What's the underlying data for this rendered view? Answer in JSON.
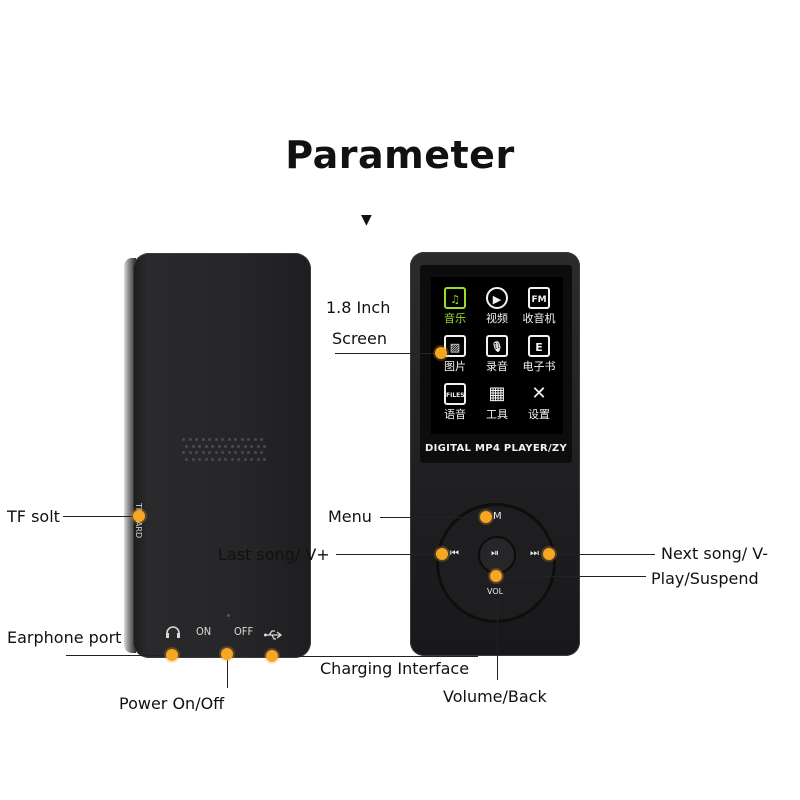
{
  "title": "Parameter",
  "pointer": "▼",
  "back_panel": {
    "tf_card_text": "TF-CARD",
    "port_on": "ON",
    "port_off": "OFF"
  },
  "front_panel": {
    "brand": "DIGITAL MP4 PLAYER/ZY",
    "apps": [
      {
        "icon": "music-note-icon",
        "glyph": "♫",
        "label": "音乐"
      },
      {
        "icon": "video-icon",
        "glyph": "▶",
        "label": "视频"
      },
      {
        "icon": "fm-icon",
        "glyph": "FM",
        "label": "收音机"
      },
      {
        "icon": "picture-icon",
        "glyph": "▨",
        "label": "图片"
      },
      {
        "icon": "microphone-icon",
        "glyph": "🎙",
        "label": "录音"
      },
      {
        "icon": "ebook-icon",
        "glyph": "E",
        "label": "电子书"
      },
      {
        "icon": "files-icon",
        "glyph": "FILES",
        "label": "语音"
      },
      {
        "icon": "tools-icon",
        "glyph": "▦",
        "label": "工具"
      },
      {
        "icon": "settings-icon",
        "glyph": "✕",
        "label": "设置"
      }
    ],
    "wheel": {
      "menu_glyph": "M",
      "prev_glyph": "⏮",
      "play_glyph": "⏯",
      "next_glyph": "⏭",
      "vol_glyph": "VOL"
    }
  },
  "labels": {
    "screen_line1": "1.8 Inch",
    "screen_line2": "Screen",
    "tf_slot": "TF solt",
    "earphone": "Earphone port",
    "power": "Power On/Off",
    "charging": "Charging Interface",
    "menu": "Menu",
    "last_song": "Last song/ V+",
    "next_song": "Next song/ V-",
    "play": "Play/Suspend",
    "volume": "Volume/Back"
  },
  "colors": {
    "accent_dot": "#f5a623",
    "screen_highlight": "#9bdc28",
    "device_body": "#222224"
  }
}
